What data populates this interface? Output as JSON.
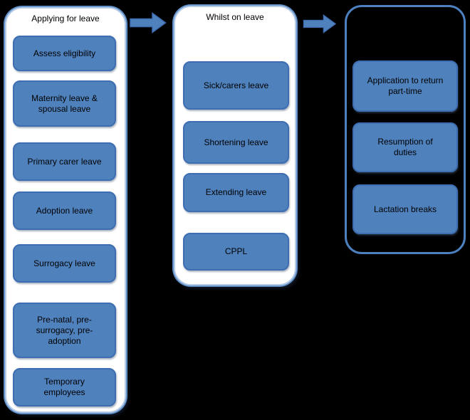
{
  "diagram": {
    "type": "flowchart",
    "background": "#000000",
    "palette": {
      "node_fill": "#4f81bd",
      "node_border": "#3e6db2",
      "panel_fill": "#ffffff",
      "panel_border_inner": "#b6cbe6",
      "panel_border_outer": "#6290c8",
      "panel3_border": "#4d80bf",
      "arrow_fill": "#4f81bd",
      "text_color": "#000000"
    },
    "columns": [
      {
        "title": "Applying for leave",
        "items": [
          "Assess eligibility",
          "Maternity leave &\nspousal leave",
          "Primary carer leave",
          "Adoption leave",
          "Surrogacy leave",
          "Pre-natal, pre-\nsurrogacy, pre-\nadoption",
          "Temporary\nemployees"
        ]
      },
      {
        "title": "Whilst on leave",
        "items": [
          "Sick/carers leave",
          "Shortening leave",
          "Extending leave",
          "CPPL"
        ]
      },
      {
        "title": "",
        "items": [
          "Application to return\npart-time",
          "Resumption of\nduties",
          "Lactation breaks"
        ]
      }
    ],
    "arrows": [
      {
        "name": "arrow-1",
        "direction": "right"
      },
      {
        "name": "arrow-2",
        "direction": "right"
      }
    ]
  }
}
